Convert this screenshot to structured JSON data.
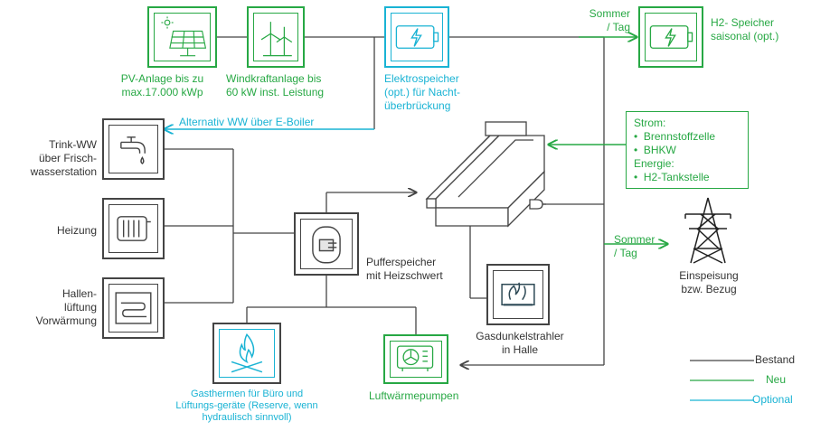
{
  "colors": {
    "bestand": "#444444",
    "neu": "#27a844",
    "optional": "#19b3d4"
  },
  "icons": {
    "pv": "solar-panel-icon",
    "wind": "wind-turbine-icon",
    "battery": "battery-icon",
    "h2": "battery-icon",
    "tap": "water-tap-icon",
    "radiator": "radiator-icon",
    "ventilation": "air-coil-icon",
    "buffer": "buffer-tank-icon",
    "fire": "flame-icon",
    "heatpump": "fan-unit-icon",
    "gasheater": "gas-heater-icon",
    "pylon": "power-pylon-icon",
    "plug": "plug-icon"
  },
  "top": {
    "pv_label": "PV-Anlage bis zu\nmax.17.000 kWp",
    "wind_label": "Windkraftanlage bis\n60 kW inst. Leistung",
    "storage_label": "Elektrospeicher\n(opt.) für Nacht-\nüberbrückung",
    "summer_top": "Sommer\n/ Tag",
    "h2_label": "H2- Speicher\nsaisonal (opt.)"
  },
  "alt_boiler": "Alternativ WW über E-Boiler",
  "left": {
    "trink": "Trink-WW\nüber Frisch-\nwasserstation",
    "heizung": "Heizung",
    "hallen": "Hallen-\nlüftung\nVorwärmung"
  },
  "center": {
    "puffer": "Pufferspeicher\nmit Heizschwert",
    "gasdunkel": "Gasdunkelstrahler\nin Halle"
  },
  "info": {
    "strom": "Strom:",
    "strom_items": [
      "Brennstoffzelle",
      "BHKW"
    ],
    "energie": "Energie:",
    "energie_items": [
      "H2-Tankstelle"
    ]
  },
  "right": {
    "summer_mid": "Sommer\n/ Tag",
    "grid": "Einspeisung\nbzw. Bezug"
  },
  "bottom": {
    "gas": "Gasthermen für Büro und\nLüftungs-geräte (Reserve, wenn\nhydraulisch sinnvoll)",
    "wp": "Luftwärmepumpen"
  },
  "legend": [
    "Bestand",
    "Neu",
    "Optional"
  ]
}
